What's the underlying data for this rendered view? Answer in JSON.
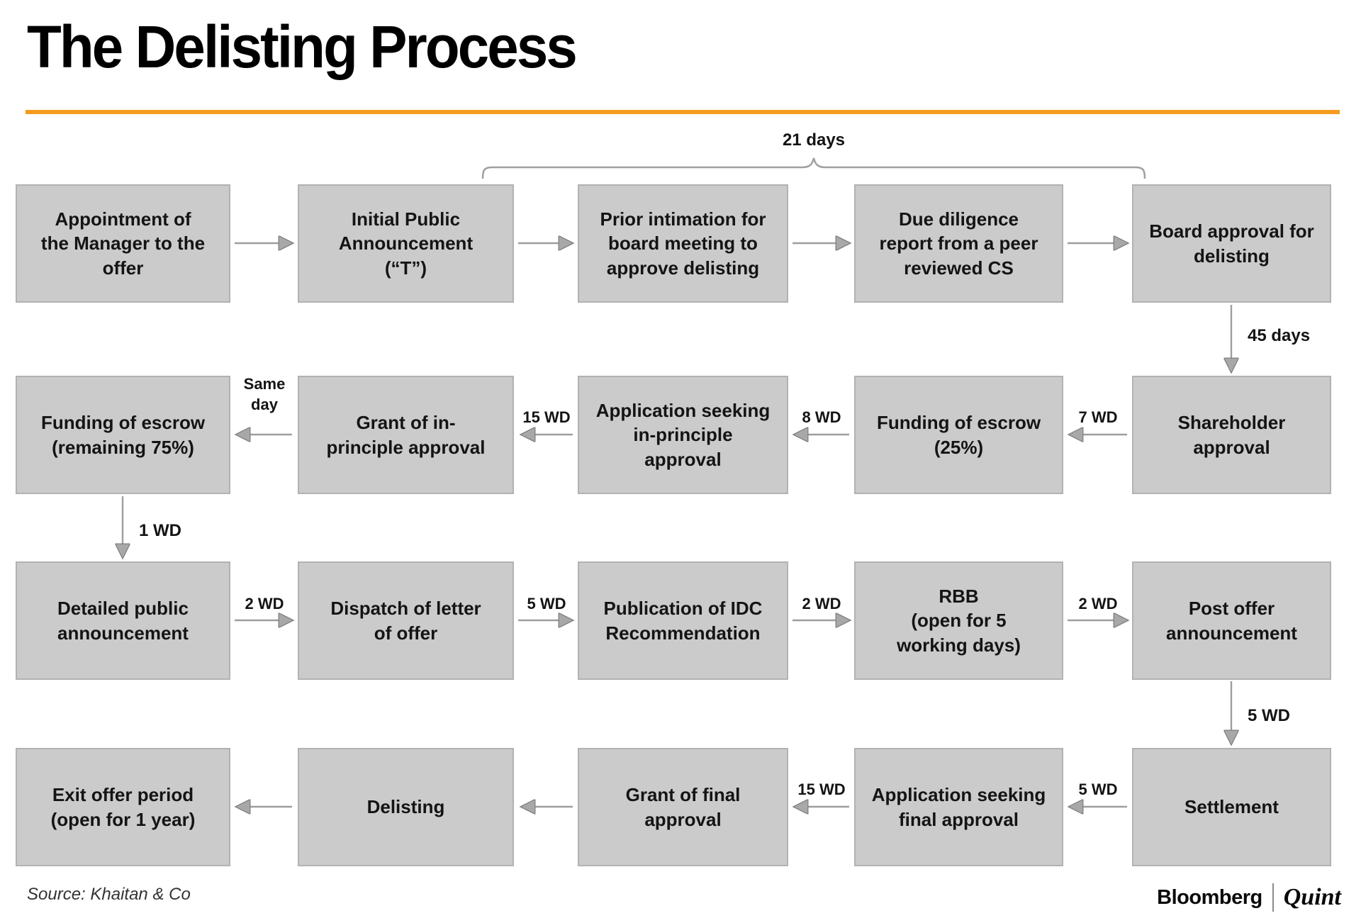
{
  "title": "The Delisting Process",
  "annotations": {
    "bracket": "21 days",
    "board_to_shareholder": "45 days",
    "escrow_to_announcement": "1 WD",
    "postoffer_to_settlement": "5 WD"
  },
  "rows": [
    {
      "boxes": [
        "Appointment of\nthe Manager to the\noffer",
        "Initial Public\nAnnouncement\n(“T”)",
        "Prior intimation for\nboard meeting to\napprove delisting",
        "Due diligence\nreport from a peer\nreviewed CS",
        "Board approval for\ndelisting"
      ]
    },
    {
      "boxes": [
        "Funding of escrow\n(remaining 75%)",
        "Grant of in-\nprinciple approval",
        "Application seeking\nin-principle\napproval",
        "Funding of escrow\n(25%)",
        "Shareholder\napproval"
      ],
      "gap_labels": [
        "Same\nday",
        "15 WD",
        "8 WD",
        "7 WD"
      ]
    },
    {
      "boxes": [
        "Detailed public\nannouncement",
        "Dispatch of letter\nof offer",
        "Publication of IDC\nRecommendation",
        "RBB\n(open for 5\nworking days)",
        "Post offer\nannouncement"
      ],
      "gap_labels": [
        "2 WD",
        "5 WD",
        "2 WD",
        "2 WD"
      ]
    },
    {
      "boxes": [
        "Exit offer period\n(open for 1 year)",
        "Delisting",
        "Grant of final\napproval",
        "Application seeking\nfinal approval",
        "Settlement"
      ],
      "gap_labels": [
        "",
        "",
        "15 WD",
        "5 WD"
      ]
    }
  ],
  "footer": {
    "source": "Source: Khaitan & Co",
    "brand_primary": "Bloomberg",
    "brand_secondary": "Quint"
  },
  "colors": {
    "accent_orange": "#F59B20",
    "box_fill": "#CBCBCB",
    "box_border": "#B2B2B2",
    "arrow_gray": "#9E9E9E",
    "text": "#141414"
  }
}
